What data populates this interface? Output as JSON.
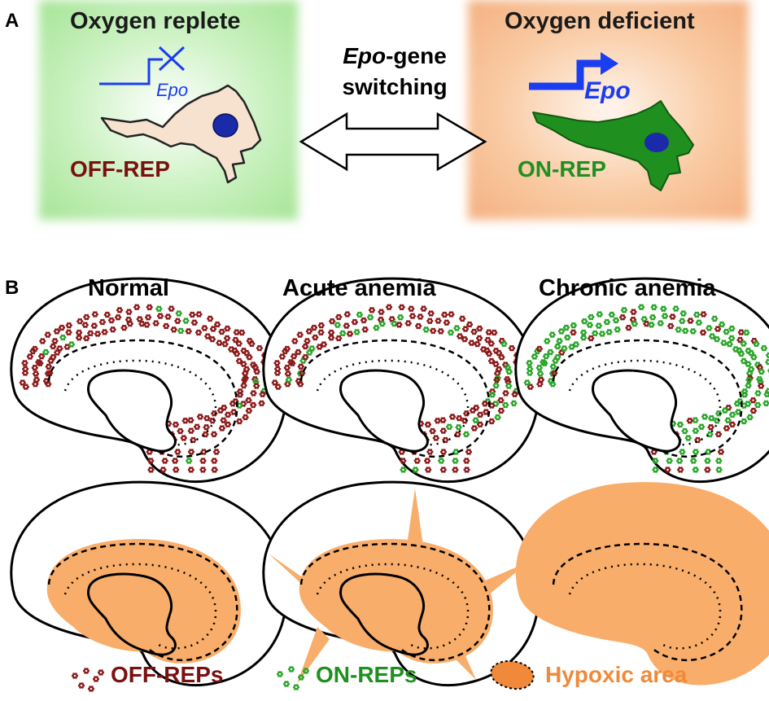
{
  "panel_a": {
    "letter": "A",
    "left_state": {
      "title": "Oxygen replete",
      "cell_label": "OFF-REP",
      "gene_label": "Epo",
      "bg_color": "#a8e89a",
      "cell_color": "#f6e2cf",
      "label_color": "#7a1010"
    },
    "right_state": {
      "title": "Oxygen deficient",
      "cell_label": "ON-REP",
      "gene_label": "Epo",
      "bg_color": "#f7b98a",
      "cell_color": "#1f8f1f",
      "label_color": "#1f8f1f"
    },
    "switch": {
      "italic_part": "Epo",
      "line1_rest": "-gene",
      "line2": "switching"
    },
    "gene_color": "#1a3df0",
    "nucleus_color": "#1a2aa8"
  },
  "panel_b": {
    "letter": "B",
    "conditions": [
      {
        "title": "Normal",
        "on_fraction": 0.08,
        "hypoxic": "inner"
      },
      {
        "title": "Acute anemia",
        "on_fraction": 0.22,
        "hypoxic": "inner-with-wedges"
      },
      {
        "title": "Chronic anemia",
        "on_fraction": 0.8,
        "hypoxic": "full"
      }
    ],
    "off_color": "#8b1a1a",
    "on_color": "#2aa52a",
    "hypoxic_color": "#f8ad6a"
  },
  "legend": [
    {
      "label": "OFF-REPs",
      "color": "#8b1a1a",
      "icon": "red-dots-icon"
    },
    {
      "label": "ON-REPs",
      "color": "#2aa52a",
      "icon": "green-dots-icon"
    },
    {
      "label": "Hypoxic area",
      "color": "#f08a3a",
      "icon": "orange-blob-icon"
    }
  ]
}
